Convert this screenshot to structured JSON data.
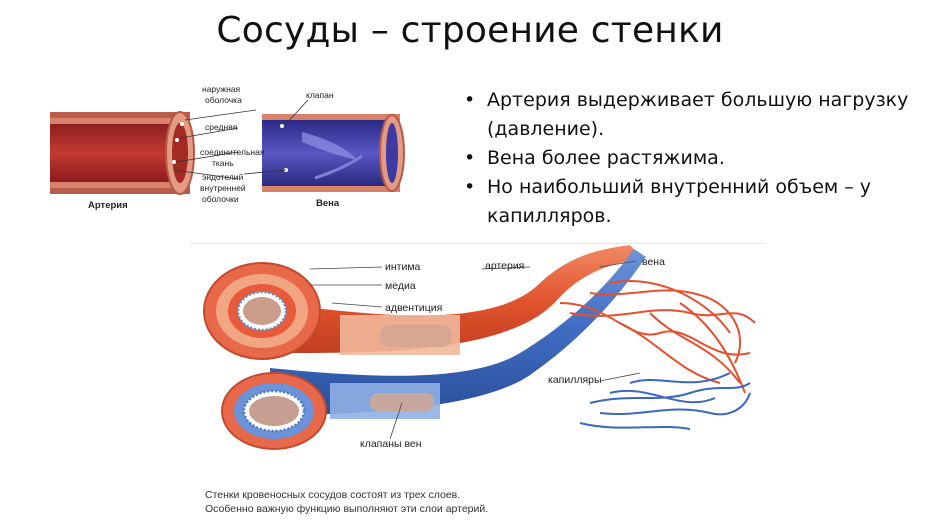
{
  "slide": {
    "title": "Сосуды – строение стенки",
    "bullets": [
      "Артерия выдерживает большую нагрузку (давление).",
      "Вена более растяжима.",
      "Но наибольший внутренний объем – у капилляров."
    ]
  },
  "figure_top": {
    "labels": {
      "outer": [
        "наружная",
        "оболочка"
      ],
      "middle": "средняя",
      "connective": [
        "соединительная",
        "ткань"
      ],
      "endothelium": [
        "эндотелий",
        "внутренней",
        "оболочки"
      ],
      "valve": "клапан",
      "artery": "Артерия",
      "vein": "Вена"
    }
  },
  "figure_bottom": {
    "labels": {
      "intima": "интима",
      "media": "медиа",
      "adventitia": "адвентиция",
      "artery": "артерия",
      "vein": "вена",
      "capillaries": "капилляры",
      "valves": "клапаны вен"
    },
    "caption": [
      "Стенки кровеносных сосудов состоят из трех слоев.",
      "Особенно важную функцию выполняют эти слои артерий."
    ]
  }
}
